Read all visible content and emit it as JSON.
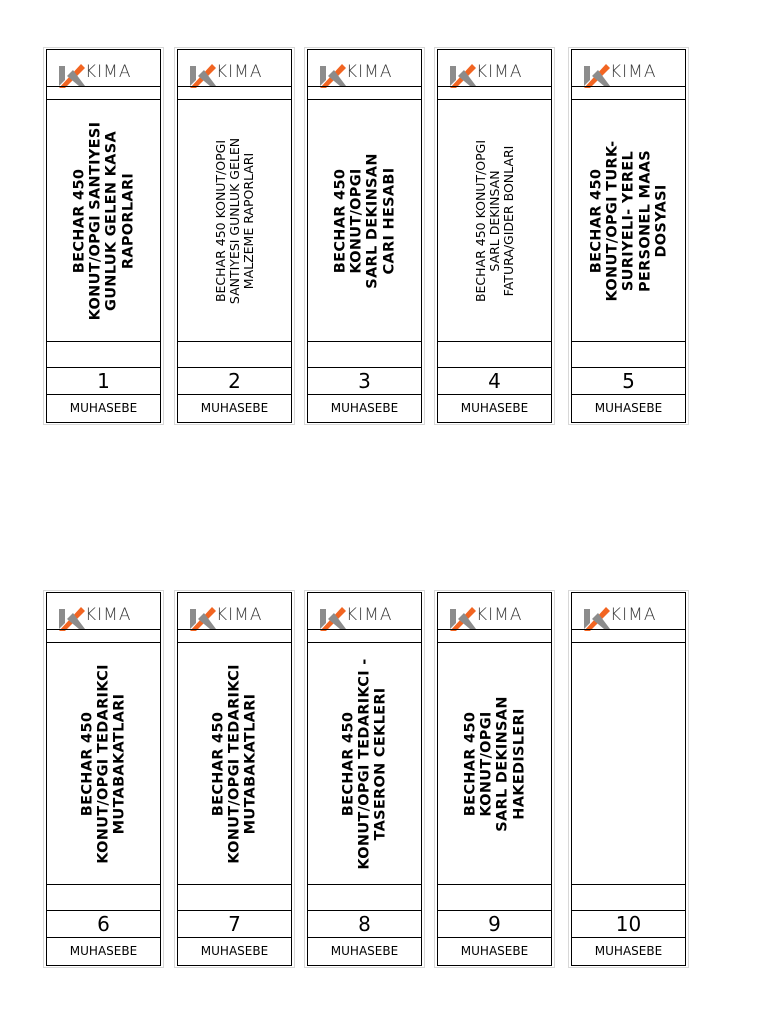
{
  "labels": [
    {
      "logo_text": "KIMA",
      "title": "BECHAR 450\nKONUT/OPGI SANTIYESI\nGUNLUK GELEN KASA\nRAPORLARI",
      "number": "1",
      "department": "MUHASEBE"
    },
    {
      "logo_text": "KIMA",
      "title": "BECHAR 450 KONUT/OPGI\nSANTIYESI GUNLUK GELEN\nMALZEME RAPORLARI",
      "number": "2",
      "department": "MUHASEBE"
    },
    {
      "logo_text": "KIMA",
      "title": "BECHAR 450\nKONUT/OPGI\nSARL DEKINSAN\nCARI HESABI",
      "number": "3",
      "department": "MUHASEBE"
    },
    {
      "logo_text": "KIMA",
      "title": "BECHAR 450 KONUT/OPGI\nSARL DEKINSAN\nFATURA/GIDER BONLARI",
      "number": "4",
      "department": "MUHASEBE"
    },
    {
      "logo_text": "KIMA",
      "title": "BECHAR 450\nKONUT/OPGI TURK-\nSURIYELI- YEREL\nPERSONEL MAAS\nDOSYASI",
      "number": "5",
      "department": "MUHASEBE"
    },
    {
      "logo_text": "KIMA",
      "title": "BECHAR 450\nKONUT/OPGI TEDARIKCI\nMUTABAKATLARI",
      "number": "6",
      "department": "MUHASEBE"
    },
    {
      "logo_text": "KIMA",
      "title": "BECHAR 450\nKONUT/OPGI TEDARIKCI\nMUTABAKATLARI",
      "number": "7",
      "department": "MUHASEBE"
    },
    {
      "logo_text": "KIMA",
      "title": "BECHAR 450\nKONUT/OPGI TEDARIKCI -\nTASERON CEKLERI",
      "number": "8",
      "department": "MUHASEBE"
    },
    {
      "logo_text": "KIMA",
      "title": "BECHAR 450\nKONUT/OPGI\nSARL DEKINSAN\nHAKEDISLERI",
      "number": "9",
      "department": "MUHASEBE"
    },
    {
      "logo_text": "KIMA",
      "title": "",
      "number": "10",
      "department": "MUHASEBE"
    }
  ],
  "colors": {
    "logo_orange": "#f26522",
    "logo_gray": "#8c8c8c",
    "border": "#000000"
  },
  "icons": {
    "logo": "kima-logo-icon"
  }
}
